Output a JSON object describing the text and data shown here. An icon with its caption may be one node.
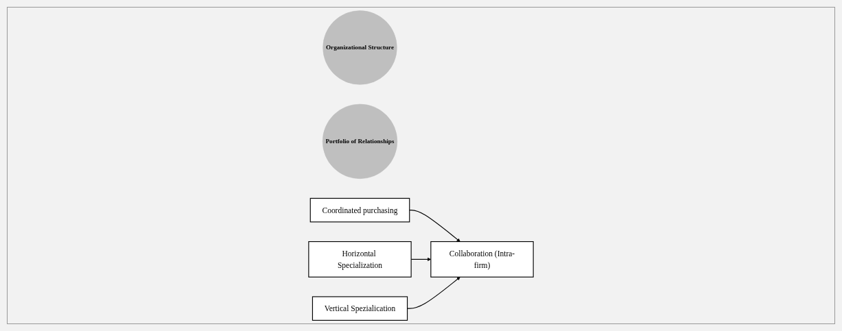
{
  "diagram": {
    "nodes": [
      {
        "text": [
          "Organizational Structure"
        ]
      },
      {
        "text": [
          "Portfolio of Relationships"
        ]
      },
      {
        "text": [
          "Coordinated purchasing"
        ]
      },
      {
        "text": [
          "Horizontal Specialization"
        ]
      },
      {
        "text": [
          "Vertical Spezialication"
        ]
      },
      {
        "text": [
          "Collaboration (Intra-firm)"
        ]
      }
    ],
    "edges": [
      {
        "from": 2,
        "to": 5,
        "arrow": "to"
      },
      {
        "from": 3,
        "to": 5,
        "arrow": "to"
      },
      {
        "from": 4,
        "to": 5,
        "arrow": "to"
      }
    ]
  }
}
